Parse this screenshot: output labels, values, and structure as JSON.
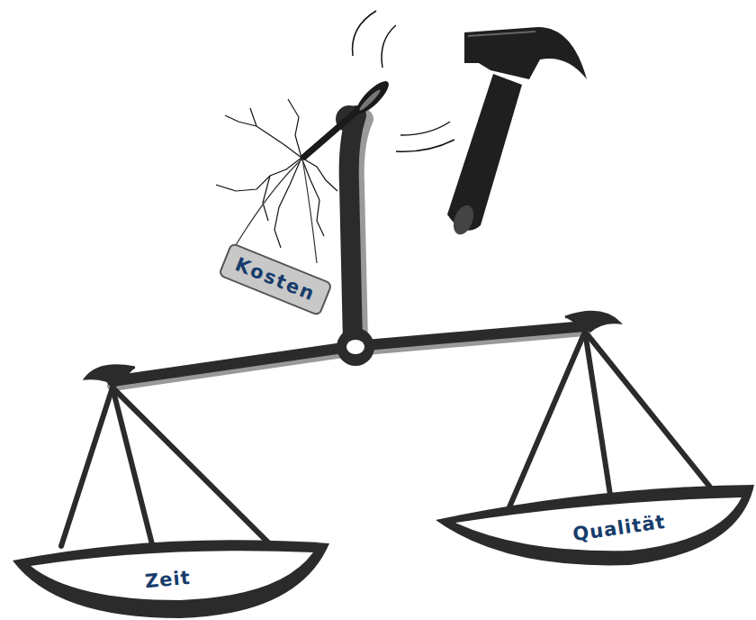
{
  "diagram": {
    "nodes": [
      {
        "text": [
          "Kosten"
        ]
      },
      {
        "text": [
          "Zeit"
        ]
      },
      {
        "text": [
          "Qualität"
        ]
      }
    ]
  }
}
